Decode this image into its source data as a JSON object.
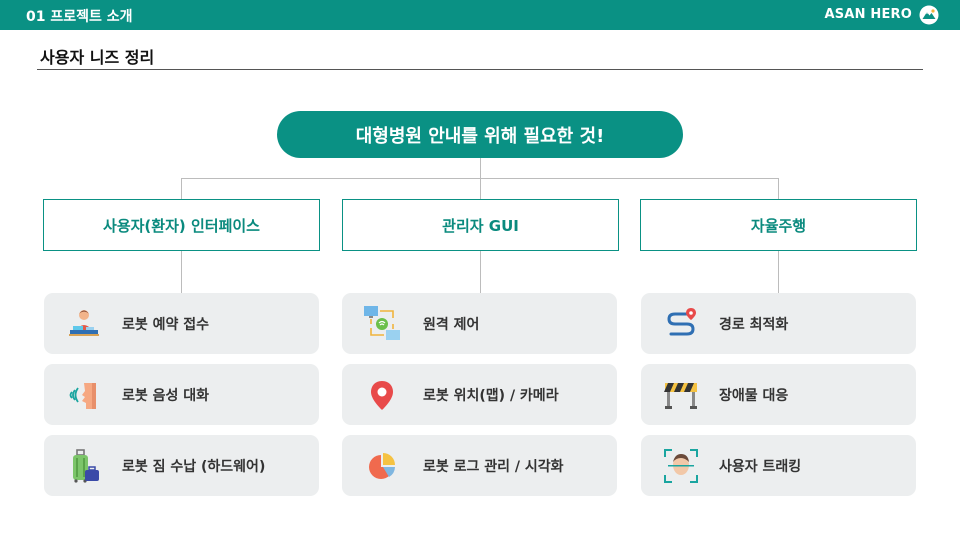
{
  "header": {
    "section": "01 프로젝트 소개",
    "brand": "ASAN HERO",
    "accent": "#0a9184"
  },
  "page_title": "사용자 니즈 정리",
  "root": "대형병원 안내를 위해 필요한 것!",
  "categories": [
    {
      "label": "사용자(환자) 인터페이스",
      "items": [
        {
          "label": "로봇 예약 접수",
          "icon": "receptionist-icon"
        },
        {
          "label": "로봇 음성 대화",
          "icon": "voice-speaking-icon"
        },
        {
          "label": "로봇 짐 수납 (하드웨어)",
          "icon": "luggage-icon"
        }
      ]
    },
    {
      "label": "관리자 GUI",
      "items": [
        {
          "label": "원격 제어",
          "icon": "remote-network-icon"
        },
        {
          "label": "로봇 위치(맵) / 카메라",
          "icon": "map-pin-icon"
        },
        {
          "label": "로봇 로그 관리 / 시각화",
          "icon": "pie-chart-icon"
        }
      ]
    },
    {
      "label": "자율주행",
      "items": [
        {
          "label": "경로 최적화",
          "icon": "route-icon"
        },
        {
          "label": "장애물 대응",
          "icon": "barrier-icon"
        },
        {
          "label": "사용자 트래킹",
          "icon": "face-tracking-icon"
        }
      ]
    }
  ]
}
